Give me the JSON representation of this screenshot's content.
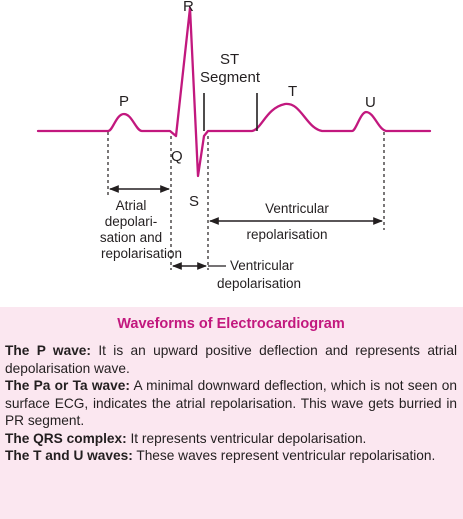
{
  "diagram": {
    "wave_labels": {
      "p": "P",
      "r": "R",
      "q": "Q",
      "s": "S",
      "t": "T",
      "u": "U"
    },
    "st_segment": [
      "ST",
      "Segment"
    ],
    "atrial_label": [
      "Atrial",
      "depolari-",
      "sation and",
      "repolarisation"
    ],
    "vent_repol_label": [
      "Ventricular",
      "repolarisation"
    ],
    "vent_depol_label": [
      "Ventricular",
      "depolarisation"
    ],
    "colors": {
      "trace": "#c2187e",
      "annotation": "#231f20"
    }
  },
  "panel": {
    "title": "Waveforms of Electrocardiogram",
    "items": [
      {
        "term": "The P wave:",
        "text": " It is an upward positive deflection and represents atrial depolarisation wave."
      },
      {
        "term": "The Pa or Ta wave:",
        "text": " A minimal downward deflection, which is not seen on surface ECG, indicates the atrial repolarisation. This wave gets burried in PR segment."
      },
      {
        "term": "The QRS complex:",
        "text": " It represents ventricular depolarisation."
      },
      {
        "term": "The T and U waves:",
        "text": " These waves represent ventricular repolarisation."
      }
    ],
    "colors": {
      "background": "#fbe7f0",
      "title": "#c2187e"
    }
  }
}
